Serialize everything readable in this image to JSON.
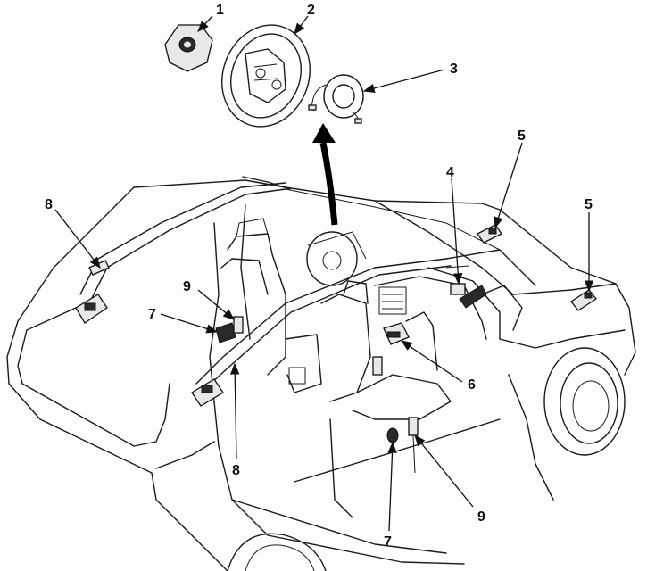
{
  "callouts": [
    {
      "id": "1",
      "label": "1"
    },
    {
      "id": "2",
      "label": "2"
    },
    {
      "id": "3",
      "label": "3"
    },
    {
      "id": "4",
      "label": "4"
    },
    {
      "id": "5a",
      "label": "5"
    },
    {
      "id": "5b",
      "label": "5"
    },
    {
      "id": "6",
      "label": "6"
    },
    {
      "id": "7a",
      "label": "7"
    },
    {
      "id": "7b",
      "label": "7"
    },
    {
      "id": "8a",
      "label": "8"
    },
    {
      "id": "8b",
      "label": "8"
    },
    {
      "id": "9a",
      "label": "9"
    },
    {
      "id": "9b",
      "label": "9"
    }
  ]
}
